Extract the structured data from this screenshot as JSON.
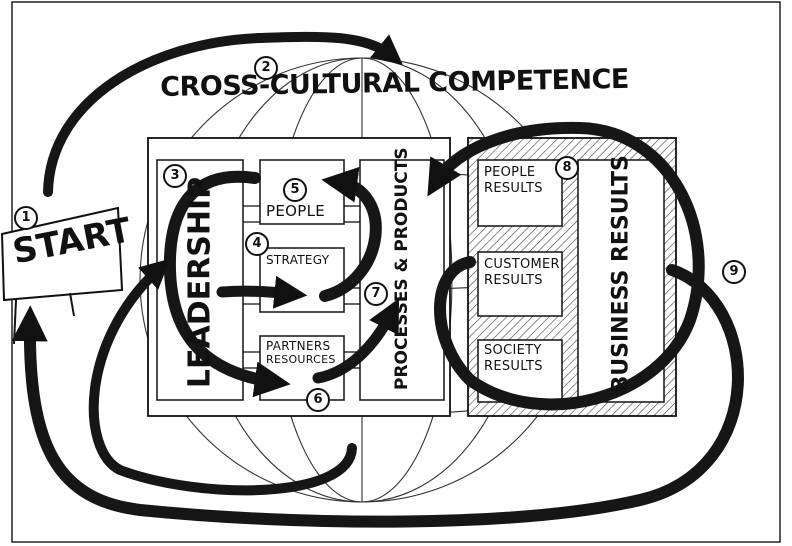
{
  "title": "CROSS-CULTURAL COMPETENCE",
  "start": {
    "label": "START",
    "number": "1"
  },
  "numbers": {
    "n2": "2",
    "n3": "3",
    "n4": "4",
    "n5": "5",
    "n6": "6",
    "n7": "7",
    "n8": "8",
    "n9": "9"
  },
  "enablers": {
    "leadership": "LEADERSHIP",
    "people": "PEOPLE",
    "strategy": "STRATEGY",
    "partners_line1": "PARTNERS",
    "partners_line2": "RESOURCES",
    "processes": "PROCESSES & PRODUCTS"
  },
  "results": {
    "people_line1": "PEOPLE",
    "people_line2": "RESULTS",
    "customer_line1": "CUSTOMER",
    "customer_line2": "RESULTS",
    "society_line1": "SOCIETY",
    "society_line2": "RESULTS",
    "business": "BUSINESS RESULTS"
  }
}
